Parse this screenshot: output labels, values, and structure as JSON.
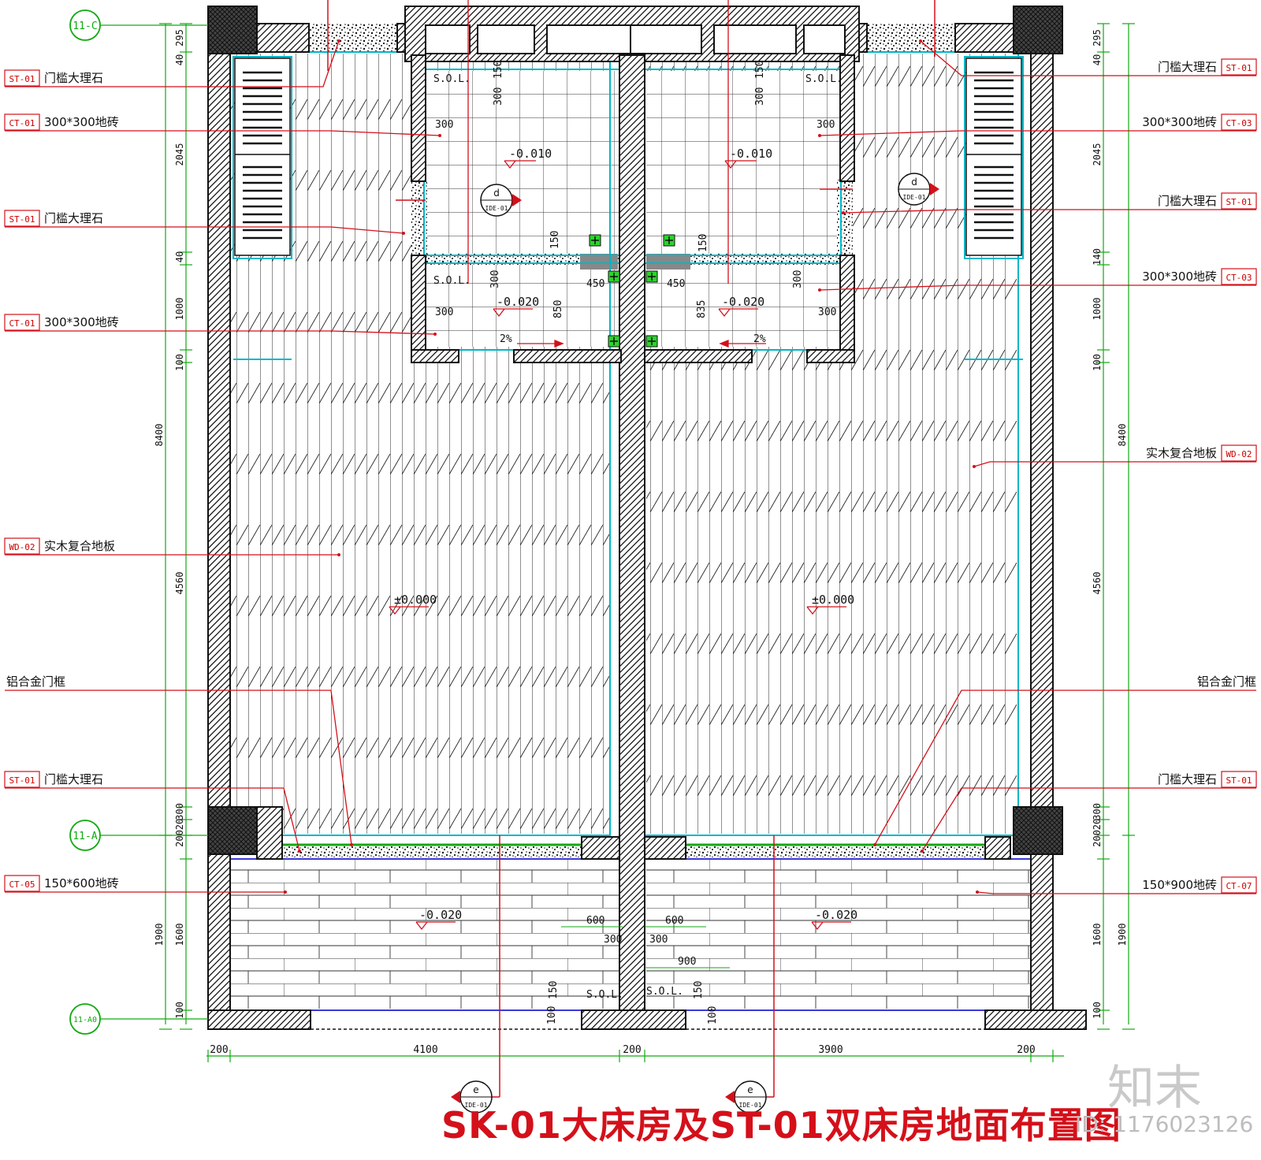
{
  "title": "SK-01大床房及ST-01双床房地面布置图",
  "watermark": {
    "logo": "知末",
    "id": "ID: 1176023126"
  },
  "colors": {
    "wall": "#111111",
    "leader": "#d4101a",
    "dim": "#11aa11",
    "cyan": "#00b7c8",
    "title": "#d4101a"
  },
  "grid_labels": {
    "top": "11-C",
    "middle": "11-A",
    "bottom": "11-A0"
  },
  "left_labels": [
    {
      "tag": "ST-01",
      "text": "门槛大理石"
    },
    {
      "tag": "CT-01",
      "text": "300*300地砖"
    },
    {
      "tag": "ST-01",
      "text": "门槛大理石"
    },
    {
      "tag": "CT-01",
      "text": "300*300地砖"
    },
    {
      "tag": "WD-02",
      "text": "实木复合地板"
    },
    {
      "tag": "",
      "text": "铝合金门框"
    },
    {
      "tag": "ST-01",
      "text": "门槛大理石"
    },
    {
      "tag": "CT-05",
      "text": "150*600地砖"
    }
  ],
  "right_labels": [
    {
      "tag": "ST-01",
      "text": "门槛大理石"
    },
    {
      "tag": "CT-03",
      "text": "300*300地砖"
    },
    {
      "tag": "ST-01",
      "text": "门槛大理石"
    },
    {
      "tag": "CT-03",
      "text": "300*300地砖"
    },
    {
      "tag": "WD-02",
      "text": "实木复合地板"
    },
    {
      "tag": "",
      "text": "铝合金门框"
    },
    {
      "tag": "ST-01",
      "text": "门槛大理石"
    },
    {
      "tag": "CT-07",
      "text": "150*900地砖"
    }
  ],
  "left_dims": {
    "inner": [
      "295",
      "40",
      "2045",
      "40",
      "1000",
      "100",
      "4560",
      "300",
      "20",
      "200",
      "1600",
      "100"
    ],
    "outer": [
      "8400",
      "1900"
    ]
  },
  "right_dims": {
    "inner": [
      "295",
      "40",
      "2045",
      "140",
      "1000",
      "100",
      "4560",
      "300",
      "20",
      "200",
      "1600",
      "100"
    ],
    "outer": [
      "8400",
      "1900"
    ]
  },
  "bottom_dims": [
    "200",
    "4100",
    "200",
    "3900",
    "200"
  ],
  "levels": {
    "bath_upper": "-0.010",
    "bath_lower": "-0.020",
    "room": "±0.000",
    "corridor": "-0.020"
  },
  "bath_dims": {
    "tile": "300",
    "d150": "150",
    "d450": "450",
    "d850": "850",
    "d835": "835",
    "slope": "2%",
    "sol": "S.O.L."
  },
  "corridor_dims": {
    "d600": "600",
    "d300": "300",
    "d900": "900",
    "d150": "150",
    "d100": "100",
    "sol": "S.O.L."
  },
  "section_marks": {
    "d_letter": "d",
    "e_letter": "e",
    "sheet": "IDE-01"
  }
}
